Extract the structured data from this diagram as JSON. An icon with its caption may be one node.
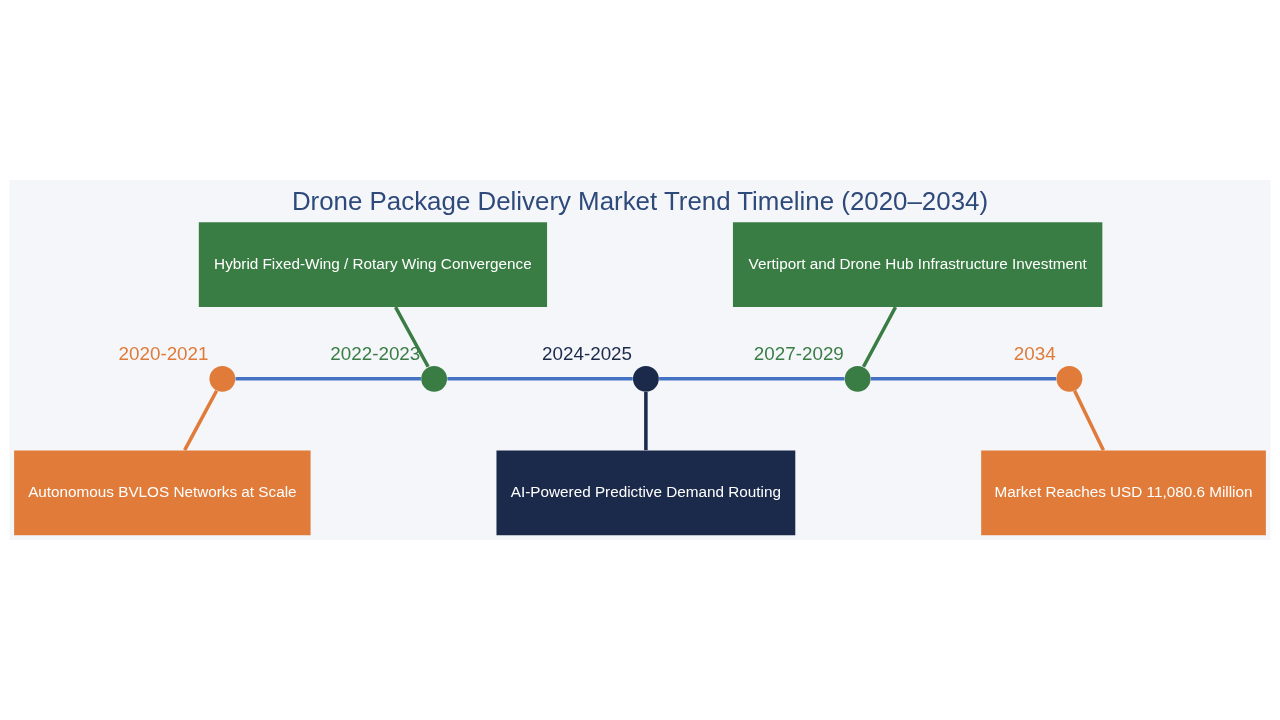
{
  "diagram": {
    "title": "Drone Package Delivery Market Trend Timeline (2020–2034)",
    "nodes": [
      {
        "text": [
          "Hybrid Fixed-Wing / Rotary Wing Convergence"
        ]
      },
      {
        "text": [
          "Vertiport and Drone Hub Infrastructure Investment"
        ]
      },
      {
        "text": [],
        "shape": "circle",
        "beside": [
          "2020-2021"
        ]
      },
      {
        "text": [],
        "shape": "circle",
        "beside": [
          "2022-2023"
        ]
      },
      {
        "text": [],
        "shape": "circle",
        "beside": [
          "2024-2025"
        ]
      },
      {
        "text": [],
        "shape": "circle",
        "beside": [
          "2027-2029"
        ]
      },
      {
        "text": [],
        "shape": "circle",
        "beside": [
          "2034"
        ]
      },
      {
        "text": [
          "Autonomous BVLOS Networks at Scale"
        ]
      },
      {
        "text": [
          "AI-Powered Predictive Demand Routing"
        ]
      },
      {
        "text": [
          "Market Reaches USD 11,080.6 Million"
        ]
      }
    ],
    "edges": [
      {
        "from": 2,
        "to": 3,
        "arrow": "none"
      },
      {
        "from": 3,
        "to": 4,
        "arrow": "none"
      },
      {
        "from": 4,
        "to": 5,
        "arrow": "none"
      },
      {
        "from": 5,
        "to": 6,
        "arrow": "none"
      },
      {
        "from": 0,
        "to": 3,
        "arrow": "none",
        "color": "#3a7d44"
      },
      {
        "from": 1,
        "to": 5,
        "arrow": "none",
        "color": "#3a7d44"
      },
      {
        "from": 2,
        "to": 7,
        "arrow": "none",
        "color": "#e07b39"
      },
      {
        "from": 4,
        "to": 8,
        "arrow": "none",
        "color": "#1b2a4a"
      },
      {
        "from": 6,
        "to": 9,
        "arrow": "none",
        "color": "#e07b39"
      }
    ]
  }
}
